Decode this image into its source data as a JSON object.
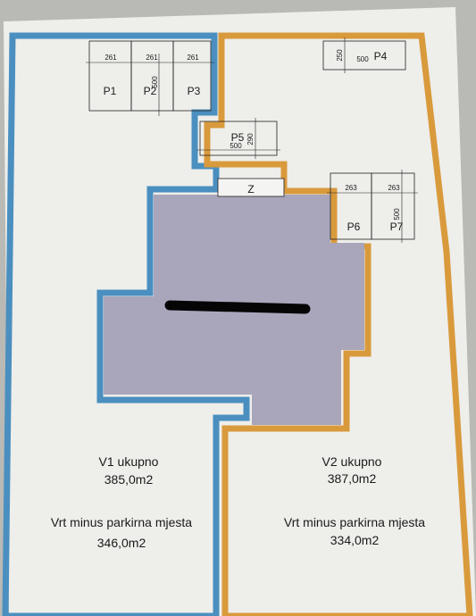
{
  "zones": {
    "v1": {
      "name": "V1 ukupno",
      "total_area": "385,0m2",
      "garden_label": "Vrt minus parkirna mjesta",
      "garden_area": "346,0m2",
      "border_color": "#4a8fbf"
    },
    "v2": {
      "name": "V2 ukupno",
      "total_area": "387,0m2",
      "garden_label": "Vrt minus parkirna mjesta",
      "garden_area": "334,0m2",
      "border_color": "#d99a3c"
    },
    "building": {
      "fill_color": "#a9a6bc"
    },
    "entrance": {
      "label": "Z"
    }
  },
  "parking": {
    "group_p1_p3": {
      "spots": [
        "P1",
        "P2",
        "P3"
      ],
      "widths": [
        "261",
        "261",
        "261"
      ],
      "depth": "500"
    },
    "p4": {
      "label": "P4",
      "width": "500",
      "depth": "250"
    },
    "p5": {
      "label": "P5",
      "width": "500",
      "depth": "290"
    },
    "group_p6_p7": {
      "spots": [
        "P6",
        "P7"
      ],
      "widths": [
        "263",
        "263"
      ],
      "depth": "500"
    }
  }
}
